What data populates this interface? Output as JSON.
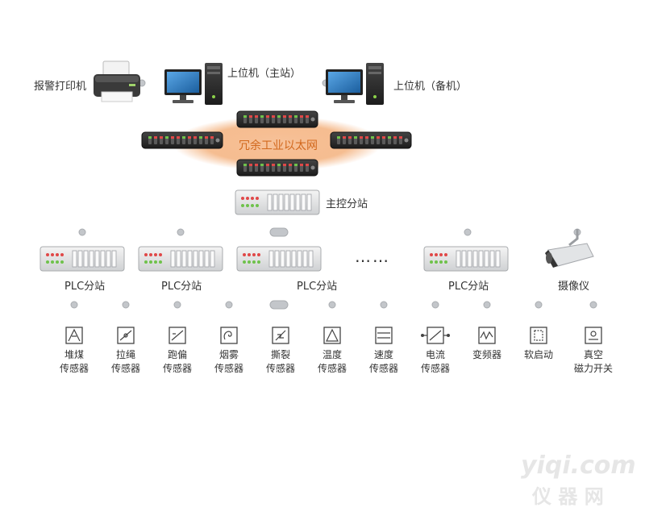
{
  "labels": {
    "printer": "报警打印机",
    "master_pc": "上位机（主站）",
    "backup_pc": "上位机（备机）",
    "network": "冗余工业以太网",
    "main_station": "主控分站",
    "plc": "PLC分站",
    "camera": "摄像仪",
    "ellipsis": "……"
  },
  "sensors": [
    {
      "line1": "堆煤",
      "line2": "传感器",
      "icon": "coal-pile-sensor-icon"
    },
    {
      "line1": "拉绳",
      "line2": "传感器",
      "icon": "pull-rope-sensor-icon"
    },
    {
      "line1": "跑偏",
      "line2": "传感器",
      "icon": "deviation-sensor-icon"
    },
    {
      "line1": "烟雾",
      "line2": "传感器",
      "icon": "smoke-sensor-icon"
    },
    {
      "line1": "撕裂",
      "line2": "传感器",
      "icon": "tear-sensor-icon"
    },
    {
      "line1": "温度",
      "line2": "传感器",
      "icon": "temperature-sensor-icon"
    },
    {
      "line1": "速度",
      "line2": "传感器",
      "icon": "speed-sensor-icon"
    },
    {
      "line1": "电流",
      "line2": "传感器",
      "icon": "current-sensor-icon"
    },
    {
      "line1": "变频器",
      "line2": "",
      "icon": "inverter-icon"
    },
    {
      "line1": "软启动",
      "line2": "",
      "icon": "soft-starter-icon"
    },
    {
      "line1": "真空",
      "line2": "磁力开关",
      "icon": "vacuum-magnetic-switch-icon"
    }
  ],
  "watermark": {
    "line1": "yiqi.com",
    "line2": "仪 器 网"
  },
  "colors": {
    "line": "#c3c6ca",
    "network_glow": "#f2a76c",
    "network_text": "#d2691e",
    "switch_body": "#2a2a2a"
  }
}
